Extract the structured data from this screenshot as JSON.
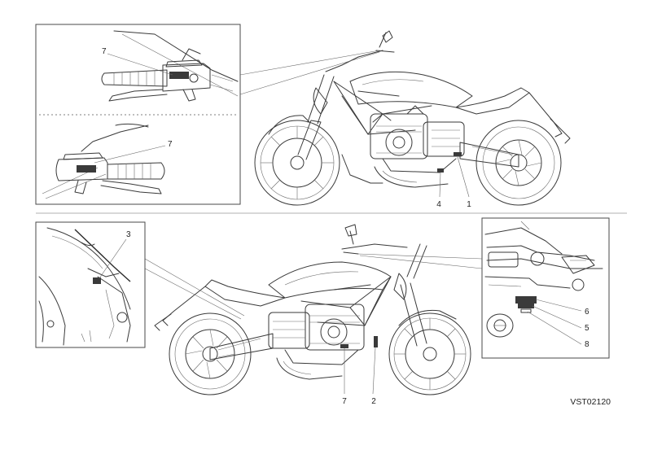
{
  "callouts": {
    "top_inset_upper": "7",
    "top_inset_lower": "7",
    "top_bike_left": "4",
    "top_bike_right": "1",
    "bottom_left_inset": "3",
    "bottom_bike_left": "7",
    "bottom_bike_right": "2",
    "bottom_right_inset_1": "6",
    "bottom_right_inset_2": "5",
    "bottom_right_inset_3": "8"
  },
  "figure_code": "VST02120",
  "colors": {
    "line": "#3a3a3a",
    "background": "#ffffff",
    "divider": "#b0b0b0"
  }
}
